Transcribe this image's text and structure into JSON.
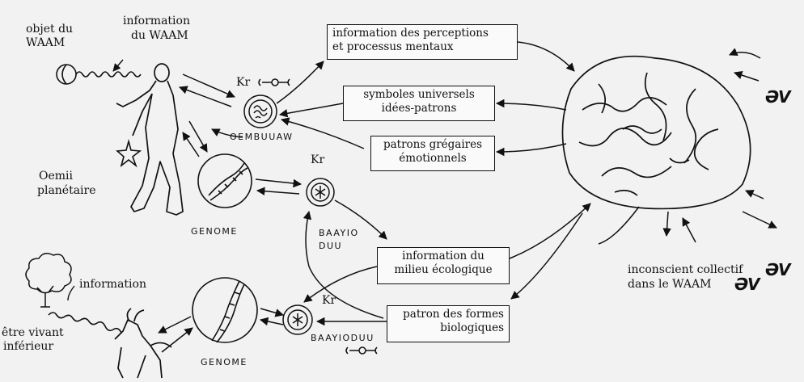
{
  "labels": {
    "objet_line1": "objet du",
    "objet_line2": "WAAM",
    "info_waam_line1": "information",
    "info_waam_line2": "du WAAM",
    "kr1": "Kr",
    "kr2": "Kr",
    "kr3": "Kr",
    "oembuuaw": "OEMBUUAW",
    "oemii_line1": "Oemii",
    "oemii_line2": "planétaire",
    "genome1": "GENOME",
    "genome2": "GENOME",
    "baayioduu1_line1": "BAAYIO",
    "baayioduu1_line2": "DUU",
    "baayioduu2": "BAAYIODUU",
    "information_tree": "information",
    "etre_line1": "être vivant",
    "etre_line2": "inférieur",
    "inconscient_line1": "inconscient collectif",
    "inconscient_line2": "dans le WAAM",
    "ummo_sign": "ƏV"
  },
  "boxes": {
    "perceptions": [
      "information des perceptions",
      "et processus mentaux"
    ],
    "symboles": [
      "symboles universels",
      "idées-patrons"
    ],
    "gregaires": [
      "patrons grégaires",
      "émotionnels"
    ],
    "milieu": [
      "information du",
      "milieu écologique"
    ],
    "formes": [
      "patron des formes",
      "biologiques"
    ]
  }
}
